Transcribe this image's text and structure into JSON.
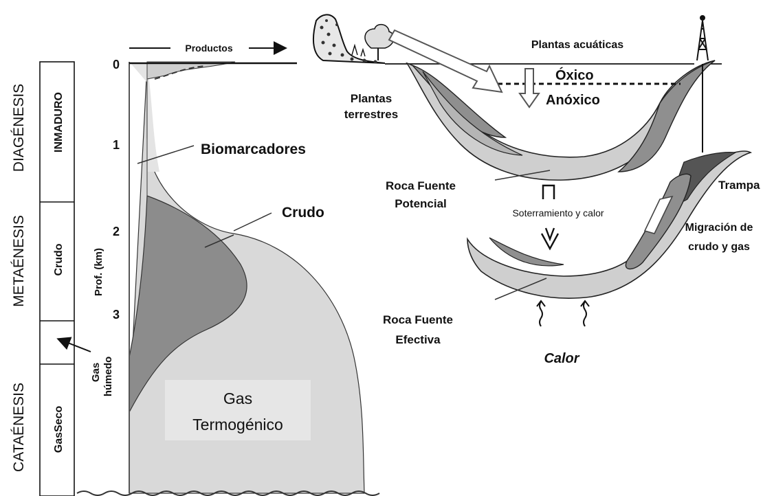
{
  "stages": {
    "diagenesis": "DIAGÉNESIS",
    "metaenesis": "METAÉNESIS",
    "cataenesis": "CATAÉNESIS"
  },
  "zones": {
    "inmaduro": "INMADURO",
    "crudo": "Crudo",
    "gasseco": "GasSeco"
  },
  "gas_humedo": {
    "line1": "Gas",
    "line2": "húmedo"
  },
  "depth": {
    "axis_label": "Prof. (km)",
    "ticks": [
      "0",
      "1",
      "2",
      "3"
    ]
  },
  "products_label": "Productos",
  "left_labels": {
    "biomarcadores": "Biomarcadores",
    "crudo": "Crudo",
    "gas_line1": "Gas",
    "gas_line2": "Termogénico"
  },
  "right_labels": {
    "plantas_acuaticas": "Plantas acuáticas",
    "oxico": "Óxico",
    "anoxico": "Anóxico",
    "plantas_terrestres_1": "Plantas",
    "plantas_terrestres_2": "terrestres",
    "roca_potencial_1": "Roca Fuente",
    "roca_potencial_2": "Potencial",
    "soterramiento": "Soterramiento y calor",
    "trampa": "Trampa",
    "migracion_1": "Migración de",
    "migracion_2": "crudo y gas",
    "roca_efectiva_1": "Roca Fuente",
    "roca_efectiva_2": "Efectiva",
    "calor": "Calor"
  }
}
